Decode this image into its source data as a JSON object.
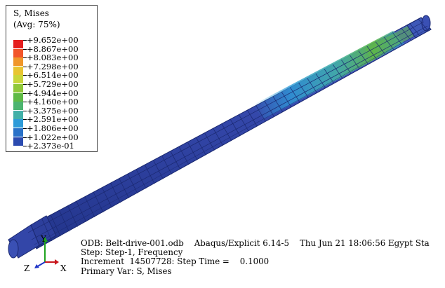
{
  "legend": {
    "title": "S, Mises",
    "subtitle": "(Avg: 75%)",
    "levels": [
      {
        "label": "+9.652e+00",
        "color": "#e51e1e"
      },
      {
        "label": "+8.867e+00",
        "color": "#f2552a"
      },
      {
        "label": "+8.083e+00",
        "color": "#f0962a"
      },
      {
        "label": "+7.298e+00",
        "color": "#e8c531"
      },
      {
        "label": "+6.514e+00",
        "color": "#c9d63a"
      },
      {
        "label": "+5.729e+00",
        "color": "#90c83a"
      },
      {
        "label": "+4.944e+00",
        "color": "#5fba46"
      },
      {
        "label": "+4.160e+00",
        "color": "#4cb470"
      },
      {
        "label": "+3.375e+00",
        "color": "#42b0a8"
      },
      {
        "label": "+2.591e+00",
        "color": "#2e9bd8"
      },
      {
        "label": "+1.806e+00",
        "color": "#2a72c8"
      },
      {
        "label": "+1.022e+00",
        "color": "#2b4bb0"
      },
      {
        "label": "+2.373e-01",
        "color": ""
      }
    ]
  },
  "info": {
    "line1": "ODB: Belt-drive-001.odb    Abaqus/Explicit 6.14-5    Thu Jun 21 18:06:56 Egypt Sta",
    "line2": "Step: Step-1, Frequency",
    "line3": "Increment  14507728: Step Time =    0.1000",
    "line4": "Primary Var: S, Mises"
  },
  "triad": {
    "y": "Y",
    "z": "Z",
    "x": "X"
  },
  "colors": {
    "shaft_base": "#3346a8",
    "shaft_dark": "#243a90",
    "mesh": "#1a2870"
  }
}
